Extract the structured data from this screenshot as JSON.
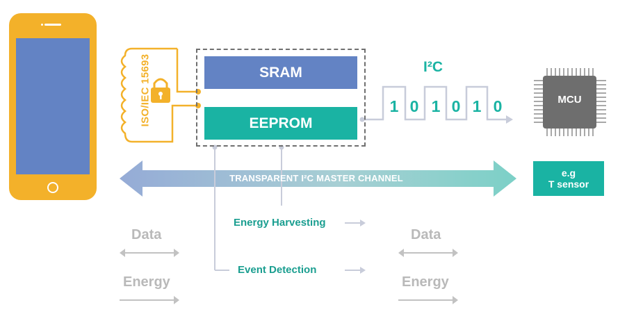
{
  "phone": {
    "body_color": "#f3b12a",
    "screen_color": "#6383c4"
  },
  "antenna": {
    "standard_label": "ISO/IEC 15693",
    "lock_icon": "lock-icon"
  },
  "memory": {
    "sram_label": "SRAM",
    "eeprom_label": "EEPROM"
  },
  "i2c": {
    "title": "I²C",
    "bits": [
      "1",
      "0",
      "1",
      "0",
      "1",
      "0"
    ]
  },
  "mcu": {
    "label": "MCU"
  },
  "sensor": {
    "line1": "e.g",
    "line2": "T sensor"
  },
  "channel": {
    "label": "TRANSPARENT I²C MASTER CHANNEL"
  },
  "outputs": {
    "harvesting_label": "Energy Harvesting",
    "detection_label": "Event Detection"
  },
  "legend_left": {
    "data_label": "Data",
    "energy_label": "Energy"
  },
  "legend_right": {
    "data_label": "Data",
    "energy_label": "Energy"
  },
  "colors": {
    "teal": "#1ab3a3",
    "blue": "#6383c4",
    "yellow": "#f3b12a",
    "gray": "#b9b9b9"
  }
}
